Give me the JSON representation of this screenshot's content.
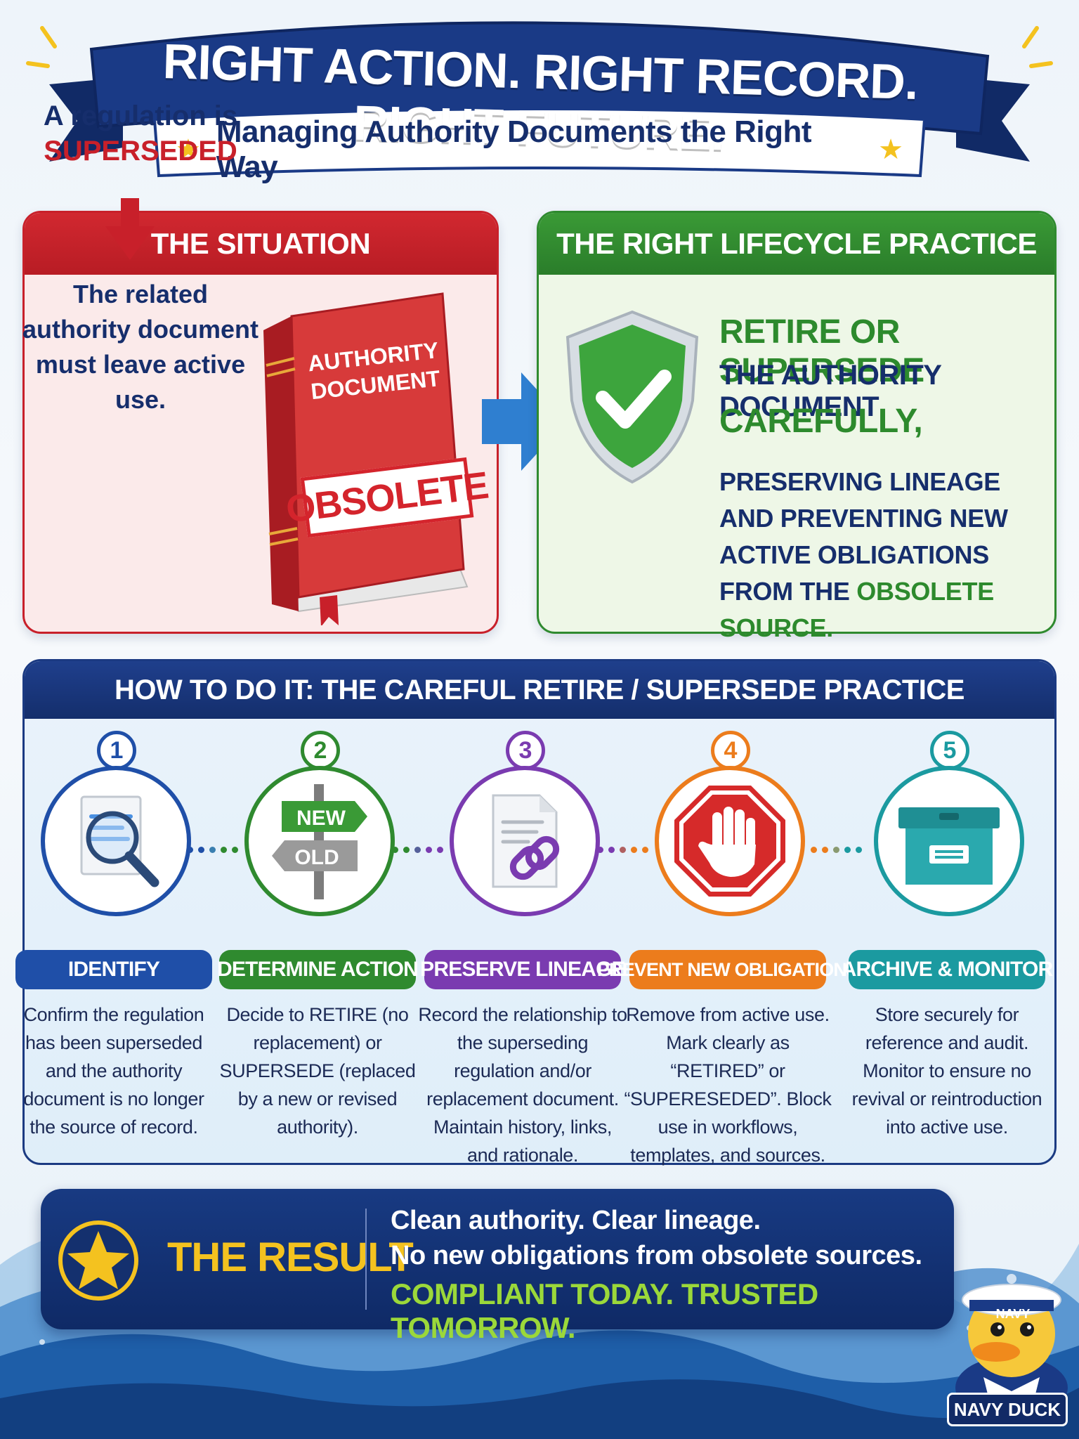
{
  "header": {
    "title": "RIGHT ACTION. RIGHT RECORD. RIGHT FUTURE.",
    "subtitle": "Managing Authority Documents the Right Way",
    "star_icon": "star-icon"
  },
  "situation": {
    "heading": "THE SITUATION",
    "line1": "A regulation is",
    "line1_emphasis": "SUPERSEDED",
    "line2": "The related authority document must leave active use.",
    "book_title": "AUTHORITY DOCUMENT",
    "stamp": "OBSOLETE"
  },
  "practice": {
    "heading": "THE RIGHT LIFECYCLE PRACTICE",
    "line1": "RETIRE OR SUPERSEDE",
    "line2": "THE AUTHORITY DOCUMENT",
    "line3": "CAREFULLY,",
    "paragraph": "PRESERVING LINEAGE AND PREVENTING NEW ACTIVE OBLIGATIONS FROM THE",
    "paragraph_emphasis": "OBSOLETE SOURCE."
  },
  "howto": {
    "heading": "HOW TO DO IT: THE CAREFUL RETIRE / SUPERSEDE PRACTICE",
    "steps": [
      {
        "number": "1",
        "label": "IDENTIFY",
        "icon": "magnifier-document-icon",
        "color": "#1f4fa8",
        "desc": "Confirm the regulation has been superseded and the authority document is no longer the source of record."
      },
      {
        "number": "2",
        "label": "DETERMINE ACTION",
        "icon": "signpost-icon",
        "color": "#2f8a2f",
        "sign_new": "NEW",
        "sign_old": "OLD",
        "desc": "Decide to RETIRE (no replacement) or SUPERSEDE (replaced by a new or revised authority)."
      },
      {
        "number": "3",
        "label": "PRESERVE LINEAGE",
        "icon": "document-link-icon",
        "color": "#7a3bb0",
        "desc": "Record the relationship to the superseding regulation and/or replacement document. Maintain history, links, and rationale."
      },
      {
        "number": "4",
        "label": "PREVENT NEW OBLIGATIONS",
        "icon": "stop-hand-icon",
        "color": "#ec7c1c",
        "desc": "Remove from active use. Mark clearly as “RETIRED” or “SUPERESEDED”. Block use in workflows, templates, and sources."
      },
      {
        "number": "5",
        "label": "ARCHIVE & MONITOR",
        "icon": "archive-box-icon",
        "color": "#1b9aa0",
        "desc": "Store securely for reference and audit. Monitor to ensure no revival or reintroduction into active use."
      }
    ]
  },
  "result": {
    "label": "THE RESULT",
    "line1": "Clean authority. Clear lineage.",
    "line2": "No new obligations from obsolete sources.",
    "line3": "COMPLIANT TODAY. TRUSTED TOMORROW."
  },
  "mascot": {
    "cap_text": "NAVY",
    "label": "NAVY DUCK"
  },
  "colors": {
    "navy": "#14285a",
    "red": "#c8202a",
    "green": "#2d8a2d",
    "gold": "#f4c21f",
    "lime": "#9bd83a"
  }
}
